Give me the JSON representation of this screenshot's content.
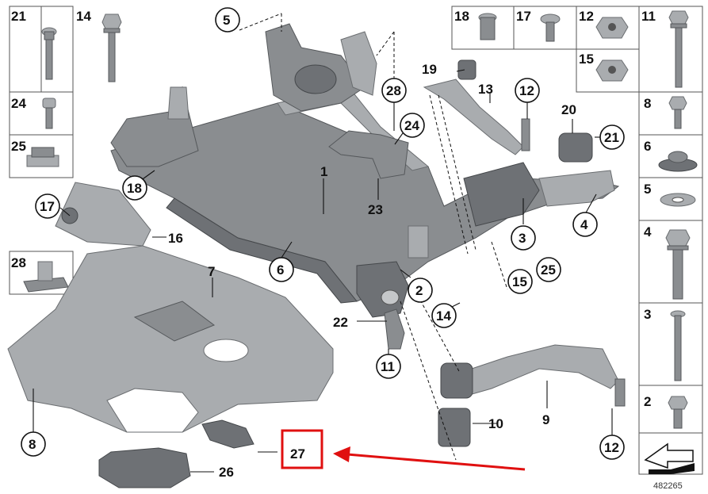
{
  "diagram": {
    "catalog_number": "482265",
    "callouts": {
      "c1": "1",
      "c2": "2",
      "c3": "3",
      "c4": "4",
      "c5": "5",
      "c6": "6",
      "c7": "7",
      "c8": "8",
      "c9": "9",
      "c10": "10",
      "c11": "11",
      "c12a": "12",
      "c12b": "12",
      "c13": "13",
      "c14": "14",
      "c15": "15",
      "c16": "16",
      "c17": "17",
      "c18": "18",
      "c19": "19",
      "c20": "20",
      "c21": "21",
      "c22": "22",
      "c23": "23",
      "c24": "24",
      "c25": "25",
      "c26": "26",
      "c27": "27",
      "c28": "28"
    },
    "left_panel": {
      "p21": "21",
      "p14": "14",
      "p24": "24",
      "p25": "25",
      "p28": "28"
    },
    "top_panel": {
      "p18": "18",
      "p17": "17",
      "p12": "12",
      "p11": "11",
      "p15": "15"
    },
    "right_panel": {
      "p8": "8",
      "p6": "6",
      "p5": "5",
      "p4": "4",
      "p3": "3",
      "p2": "2"
    },
    "highlight_color": "#e01010",
    "arrow_color": "#e01010"
  }
}
